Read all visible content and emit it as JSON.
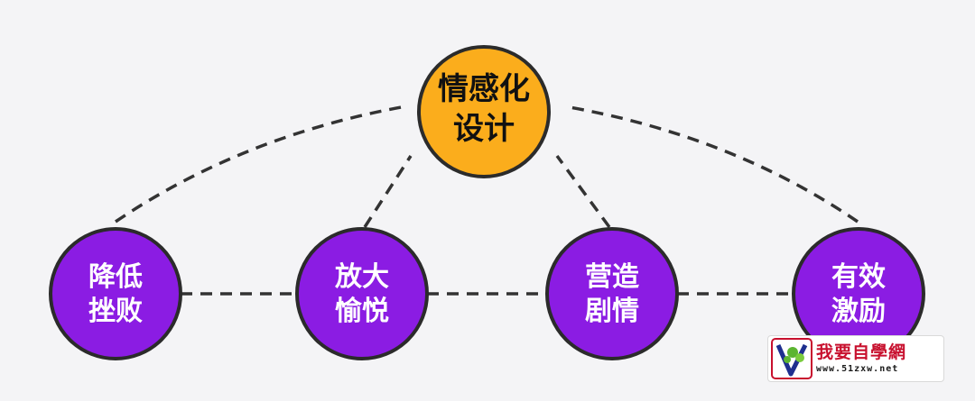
{
  "diagram": {
    "center": {
      "line1": "情感化",
      "line2": "设计",
      "color": "#fbad1c"
    },
    "children": [
      {
        "line1": "降低",
        "line2": "挫败",
        "color": "#8b1ce3"
      },
      {
        "line1": "放大",
        "line2": "愉悦",
        "color": "#8b1ce3"
      },
      {
        "line1": "营造",
        "line2": "剧情",
        "color": "#8b1ce3"
      },
      {
        "line1": "有效",
        "line2": "激励",
        "color": "#8b1ce3"
      }
    ],
    "outline_color": "#2b2b2b",
    "connector_color": "#333333"
  },
  "watermark": {
    "title": "我要自學網",
    "url": "www.51zxw.net"
  }
}
